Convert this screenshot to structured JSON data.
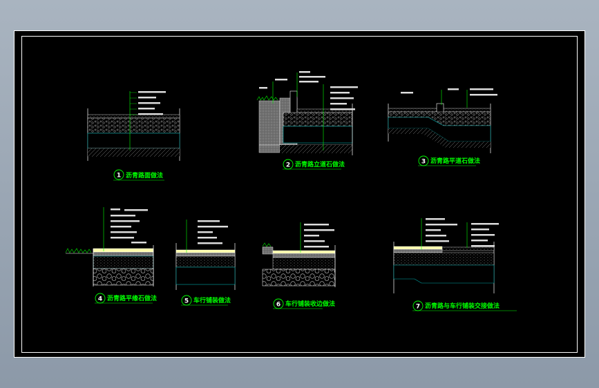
{
  "details": [
    {
      "num": "1",
      "title": "沥青路面做法"
    },
    {
      "num": "2",
      "title": "沥青路立道石做法"
    },
    {
      "num": "3",
      "title": "沥青路平道石做法"
    },
    {
      "num": "4",
      "title": "沥青路平缘石做法"
    },
    {
      "num": "5",
      "title": "车行铺装做法"
    },
    {
      "num": "6",
      "title": "车行铺装收边做法"
    },
    {
      "num": "7",
      "title": "沥青路与车行铺装交接做法"
    }
  ],
  "colors": {
    "background": "#000000",
    "title": "#00ff00",
    "callout": "#00ff00",
    "lines": "#ffffff",
    "earth": "#00aaaa",
    "concrete": "#7f7f7f"
  }
}
